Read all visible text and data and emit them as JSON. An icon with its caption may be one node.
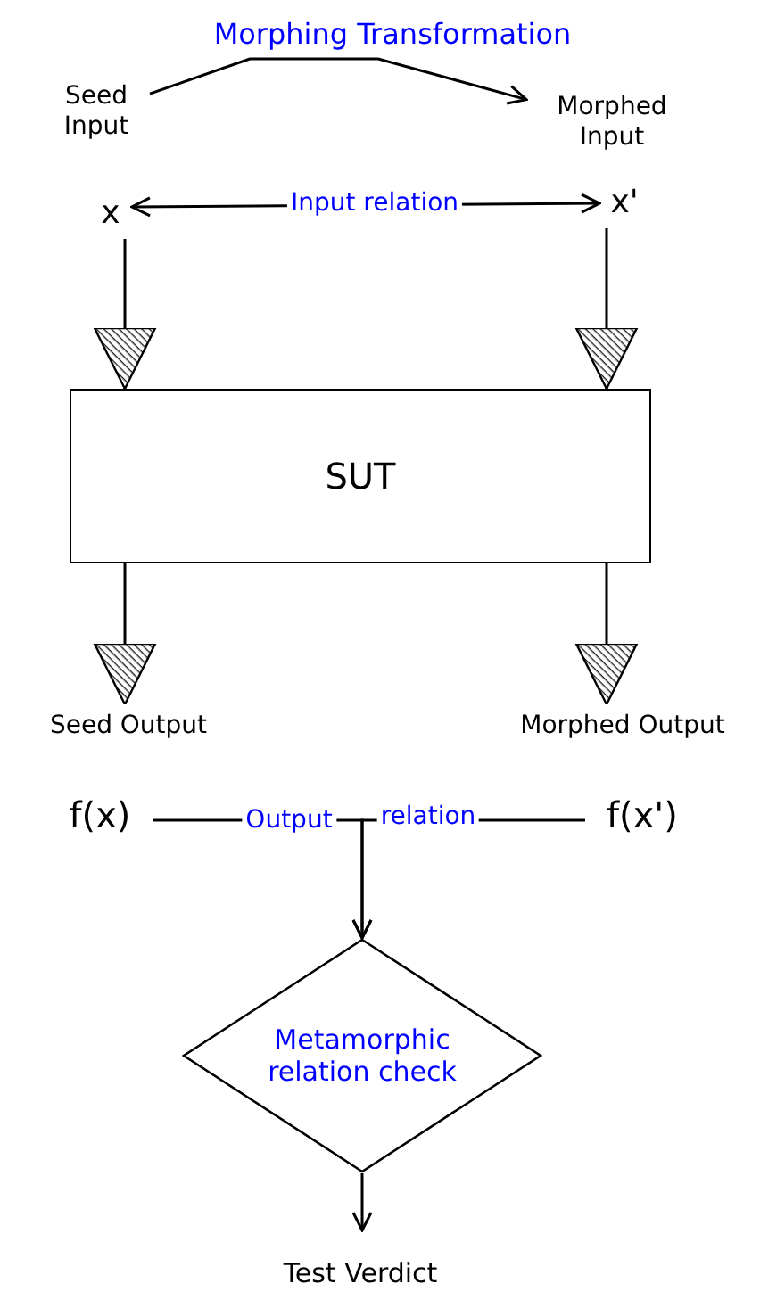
{
  "diagram": {
    "nodes": [
      {
        "text": [
          "Seed Input"
        ]
      },
      {
        "text": [
          "Morphed Input"
        ]
      },
      {
        "text": [
          "x"
        ]
      },
      {
        "text": [
          "x'"
        ]
      },
      {
        "text": [
          "SUT"
        ]
      },
      {
        "text": [
          "Seed Output"
        ]
      },
      {
        "text": [
          "Morphed Output"
        ]
      },
      {
        "text": [
          "f(x)"
        ]
      },
      {
        "text": [
          "f(x')"
        ]
      },
      {
        "text": [
          "Metamorphic relation check"
        ]
      },
      {
        "text": [
          "Test Verdict"
        ]
      }
    ],
    "edges": [
      {
        "from": 0,
        "to": 1,
        "arrow": "to",
        "label": "Morphing Transformation"
      },
      {
        "from": 2,
        "to": 3,
        "arrow": "both",
        "label": "Input relation"
      },
      {
        "from": 2,
        "to": 4,
        "arrow": "to"
      },
      {
        "from": 3,
        "to": 4,
        "arrow": "to"
      },
      {
        "from": 4,
        "to": 5,
        "arrow": "to"
      },
      {
        "from": 4,
        "to": 6,
        "arrow": "to"
      },
      {
        "from": 7,
        "to": 9,
        "arrow": "to",
        "label": "Output"
      },
      {
        "from": 8,
        "to": 9,
        "arrow": "to",
        "label": "relation"
      },
      {
        "from": 9,
        "to": 10,
        "arrow": "to"
      }
    ]
  }
}
